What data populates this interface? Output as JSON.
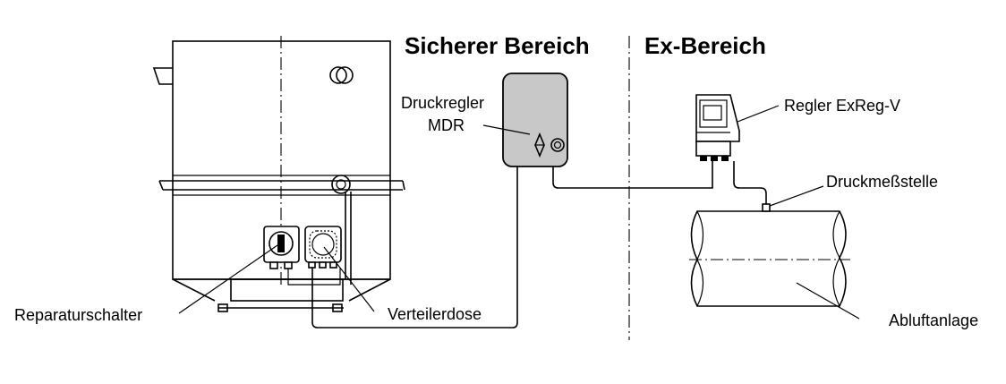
{
  "headings": {
    "safe_area": "Sicherer Bereich",
    "ex_area": "Ex-Bereich"
  },
  "labels": {
    "pressure_controller_line1": "Druckregler",
    "pressure_controller_line2": "MDR",
    "controller_exreg": "Regler ExReg-V",
    "pressure_point": "Druckmeßstelle",
    "repair_switch": "Reparaturschalter",
    "distribution_box": "Verteilerdose",
    "exhaust_system": "Abluftanlage"
  },
  "colors": {
    "line": "#000000",
    "controller_fill": "#c8c8c8",
    "background": "#ffffff"
  }
}
